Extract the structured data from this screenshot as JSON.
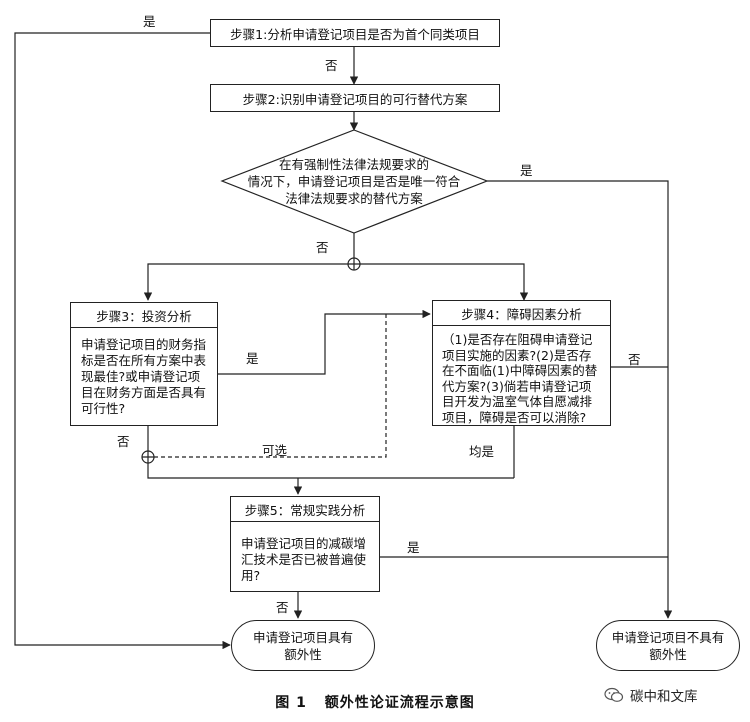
{
  "steps": {
    "step1": "步骤1:分析申请登记项目是否为首个同类项目",
    "step2": "步骤2:识别申请登记项目的可行替代方案",
    "decision": [
      "在有强制性法律法规要求的",
      "情况下，申请登记项目是否是唯一符合",
      "法律法规要求的替代方案"
    ],
    "step3_title": "步骤3：投资分析",
    "step3_body": "申请登记项目的财务指标是否在所有方案中表现最佳?或申请登记项目在财务方面是否具有可行性?",
    "step4_title": "步骤4：障碍因素分析",
    "step4_body": "（1)是否存在阻碍申请登记项目实施的因素?(2)是否存在不面临(1)中障碍因素的替代方案?(3)倘若申请登记项目开发为温室气体自愿减排项目，障碍是否可以消除?",
    "step5_title": "步骤5：常规实践分析",
    "step5_body": "申请登记项目的减碳增汇技术是否已被普遍使用?",
    "end_additional": [
      "申请登记项目具有",
      "额外性"
    ],
    "end_not_additional": [
      "申请登记项目不具有",
      "额外性"
    ]
  },
  "labels": {
    "yes": "是",
    "no": "否",
    "optional": "可选",
    "all_yes": "均是"
  },
  "caption": {
    "figure_no": "图 1",
    "title": "额外性论证流程示意图"
  },
  "watermark": "碳中和文库"
}
